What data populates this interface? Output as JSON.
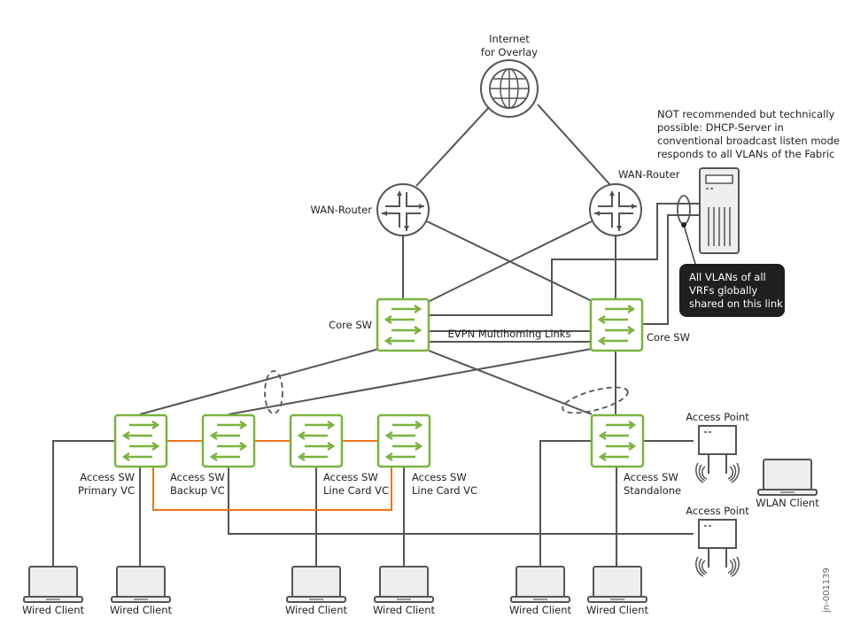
{
  "diagram": {
    "internet": {
      "label_line1": "Internet",
      "label_line2": "for Overlay",
      "icon": "globe-icon"
    },
    "wan_routers": [
      {
        "label": "WAN-Router",
        "icon": "router-icon"
      },
      {
        "label": "WAN-Router",
        "icon": "router-icon"
      }
    ],
    "core_switches": [
      {
        "label": "Core SW",
        "icon": "switch-icon"
      },
      {
        "label": "Core SW",
        "icon": "switch-icon"
      }
    ],
    "evpn_link_label": "EVPN Multihoming Links",
    "dhcp_note": [
      "NOT recommended but technically",
      "possible: DHCP-Server in",
      "conventional broadcast listen mode",
      "responds to all VLANs of the Fabric"
    ],
    "callout": [
      "All VLANs of all",
      "VRFs globally",
      "shared on this link"
    ],
    "access_switches": [
      {
        "line1": "Access SW",
        "line2": "Primary VC"
      },
      {
        "line1": "Access SW",
        "line2": "Backup VC"
      },
      {
        "line1": "Access SW",
        "line2": "Line Card VC"
      },
      {
        "line1": "Access SW",
        "line2": "Line Card VC"
      },
      {
        "line1": "Access SW",
        "line2": "Standalone"
      }
    ],
    "access_points": [
      {
        "label": "Access Point"
      },
      {
        "label": "Access Point"
      }
    ],
    "wlan_client": {
      "label": "WLAN Client"
    },
    "wired_clients": [
      {
        "label": "Wired Client"
      },
      {
        "label": "Wired Client"
      },
      {
        "label": "Wired Client"
      },
      {
        "label": "Wired Client"
      },
      {
        "label": "Wired Client"
      },
      {
        "label": "Wired Client"
      }
    ],
    "figure_id": "jn-001139",
    "colors": {
      "switch_green": "#7ab33e",
      "vc_orange": "#e8761e",
      "link_gray": "#555555",
      "callout_bg": "#1f1f1f"
    }
  }
}
